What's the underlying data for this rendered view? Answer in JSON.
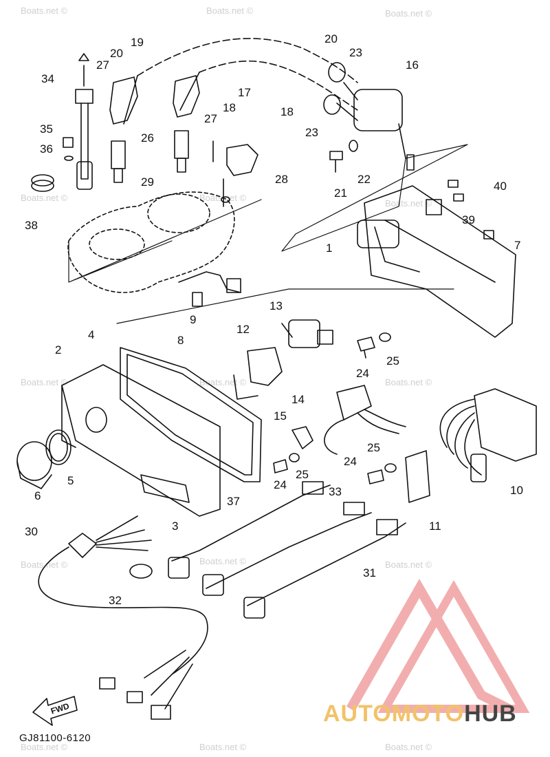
{
  "diagram": {
    "part_numbers": [
      "1",
      "2",
      "3",
      "4",
      "5",
      "6",
      "7",
      "8",
      "9",
      "10",
      "11",
      "12",
      "13",
      "14",
      "15",
      "16",
      "17",
      "18",
      "19",
      "20",
      "21",
      "22",
      "23",
      "24",
      "25",
      "26",
      "27",
      "28",
      "29",
      "30",
      "31",
      "32",
      "33",
      "34",
      "35",
      "36",
      "37",
      "38",
      "39",
      "40"
    ],
    "labels": {
      "c19": "19",
      "c20a": "20",
      "c27a": "27",
      "c34": "34",
      "c26": "26",
      "c27b": "27",
      "c17": "17",
      "c18a": "18",
      "c20b": "20",
      "c23a": "23",
      "c16": "16",
      "c18b": "18",
      "c23b": "23",
      "c35": "35",
      "c36": "36",
      "c29": "29",
      "c21": "21",
      "c22": "22",
      "c28": "28",
      "c40": "40",
      "c38": "38",
      "c39": "39",
      "c1": "1",
      "c7": "7",
      "c9": "9",
      "c8": "8",
      "c13": "13",
      "c12": "12",
      "c4": "4",
      "c2": "2",
      "c25a": "25",
      "c24a": "24",
      "c14": "14",
      "c15": "15",
      "c25b": "25",
      "c24b": "24",
      "c25c": "25",
      "c24c": "24",
      "c10": "10",
      "c11": "11",
      "c5": "5",
      "c6": "6",
      "c3": "3",
      "c37": "37",
      "c33": "33",
      "c30": "30",
      "c31": "31",
      "c32": "32"
    },
    "fwd_label": "FWD",
    "diagram_code": "GJ81100-6120"
  },
  "watermark": "Boats.net ©",
  "brand": {
    "part1": "AUTOMOTO",
    "part2": "HUB",
    "color1": "#f2c26a",
    "color2": "#444444",
    "logo_color": "#f0a0a0"
  },
  "colors": {
    "ink": "#111111",
    "watermark": "#cfcfcf"
  }
}
